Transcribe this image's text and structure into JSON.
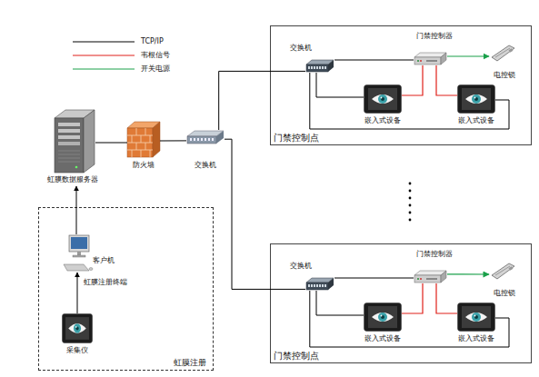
{
  "diagram": {
    "nodes": [
      {
        "text": [
          "虹膜数据服务器"
        ]
      },
      {
        "text": [
          "防火墙"
        ]
      },
      {
        "text": [
          "交换机"
        ]
      },
      {
        "text": [
          "门禁控制点"
        ]
      },
      {
        "text": [
          "交换机"
        ],
        "in": 3
      },
      {
        "text": [
          "门禁控制器"
        ],
        "in": 3
      },
      {
        "text": [
          "电控锁"
        ],
        "in": 3
      },
      {
        "text": [
          "嵌入式设备"
        ],
        "in": 3
      },
      {
        "text": [
          "嵌入式设备"
        ],
        "in": 3
      },
      {
        "text": [
          "门禁控制点"
        ]
      },
      {
        "text": [
          "交换机"
        ],
        "in": 9
      },
      {
        "text": [
          "门禁控制器"
        ],
        "in": 9
      },
      {
        "text": [
          "电控锁"
        ],
        "in": 9
      },
      {
        "text": [
          "嵌入式设备"
        ],
        "in": 9
      },
      {
        "text": [
          "嵌入式设备"
        ],
        "in": 9
      },
      {
        "text": [
          "虹膜注册"
        ]
      },
      {
        "text": [
          "客户机"
        ],
        "in": 15
      },
      {
        "text": [
          "采集仪"
        ],
        "in": 15
      }
    ],
    "edges": [
      {
        "from": 0,
        "to": 1,
        "arrow": "none"
      },
      {
        "from": 1,
        "to": 2,
        "arrow": "none"
      },
      {
        "from": 2,
        "to": 4,
        "arrow": "none"
      },
      {
        "from": 2,
        "to": 10,
        "arrow": "none"
      },
      {
        "from": 4,
        "to": 5,
        "arrow": "none"
      },
      {
        "from": 4,
        "to": 7,
        "arrow": "none"
      },
      {
        "from": 4,
        "to": 8,
        "arrow": "none"
      },
      {
        "from": 7,
        "to": 5,
        "arrow": "none"
      },
      {
        "from": 8,
        "to": 5,
        "arrow": "none"
      },
      {
        "from": 5,
        "to": 6,
        "arrow": "to"
      },
      {
        "from": 10,
        "to": 11,
        "arrow": "none"
      },
      {
        "from": 10,
        "to": 13,
        "arrow": "none"
      },
      {
        "from": 10,
        "to": 14,
        "arrow": "none"
      },
      {
        "from": 13,
        "to": 11,
        "arrow": "none"
      },
      {
        "from": 14,
        "to": 11,
        "arrow": "none"
      },
      {
        "from": 11,
        "to": 12,
        "arrow": "to"
      },
      {
        "from": 17,
        "to": 16,
        "arrow": "to"
      },
      {
        "from": 16,
        "to": 0,
        "arrow": "to"
      }
    ],
    "labels": [
      "虹膜注册终端"
    ],
    "legend": [
      {
        "text": "TCP/IP"
      },
      {
        "text": "韦根信号"
      },
      {
        "text": "开关电源"
      }
    ]
  }
}
